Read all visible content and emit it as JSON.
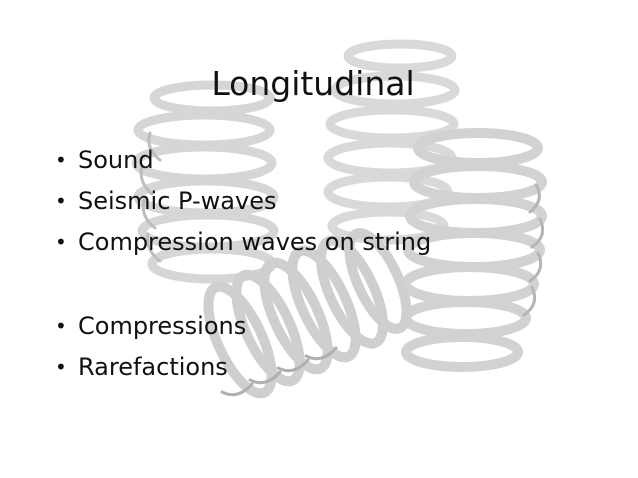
{
  "slide": {
    "title": "Longitudinal",
    "bullet_glyph": "•",
    "bullets": [
      "Sound",
      "Seismic P-waves",
      "Compression waves on string",
      "Compressions",
      "Rarefactions"
    ]
  },
  "background_image": {
    "icon": "coil-springs-image"
  },
  "colors": {
    "background": "#ffffff",
    "text": "#111111",
    "spring_ring": "#d9d9d9",
    "spring_shade": "#b8b8b8"
  }
}
